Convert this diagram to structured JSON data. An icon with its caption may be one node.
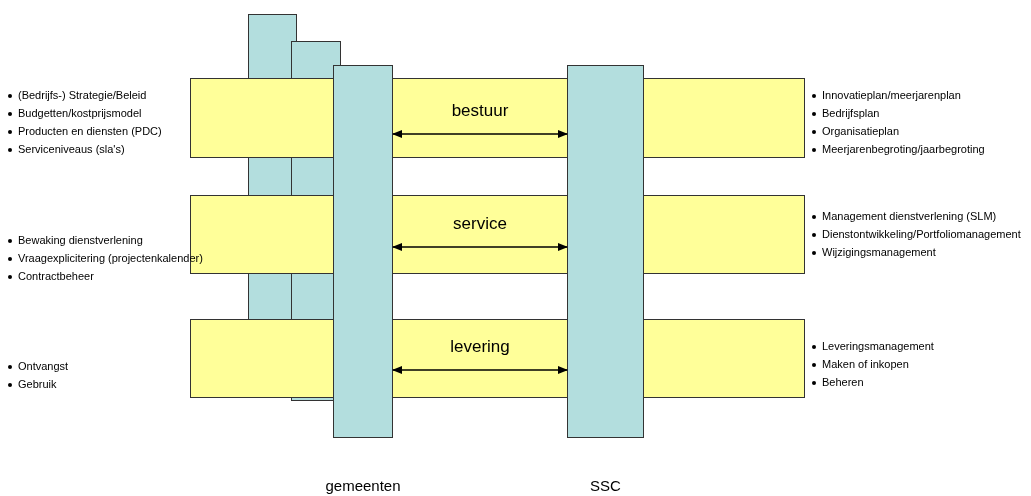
{
  "diagram": {
    "nodes": [
      {
        "text": [],
        "shape": "bar"
      },
      {
        "text": [],
        "shape": "bar"
      },
      {
        "text": [
          "gemeenten"
        ]
      },
      {
        "text": [
          "SSC"
        ]
      }
    ],
    "edges": [
      {
        "from": 2,
        "to": 3,
        "arrow": "both",
        "label": "bestuur"
      },
      {
        "from": 2,
        "to": 3,
        "arrow": "both",
        "label": "service"
      },
      {
        "from": 2,
        "to": 3,
        "arrow": "both",
        "label": "levering"
      }
    ],
    "labels": [
      "(Bedrijfs-) Strategie/Beleid",
      "Budgetten/kostprijsmodel",
      "Producten en diensten (PDC)",
      "Serviceniveaus (sla's)",
      "Innovatieplan/meerjarenplan",
      "Bedrijfsplan",
      "Organisatieplan",
      "Meerjarenbegroting/jaarbegroting",
      "Bewaking dienstverlening",
      "Vraagexplicitering (projectenkalender)",
      "Contractbeheer",
      "Management dienstverlening (SLM)",
      "Dienstontwikkeling/Portfoliomanagement",
      "Wijzigingsmanagement",
      "Ontvangst",
      "Gebruik",
      "Leveringsmanagement",
      "Maken of inkopen",
      "Beheren"
    ]
  }
}
